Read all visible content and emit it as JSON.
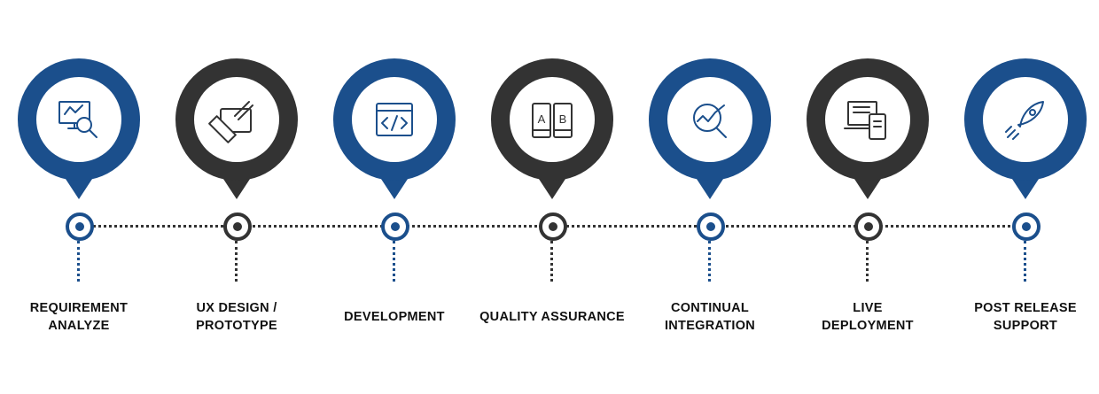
{
  "colors": {
    "blue": "#1b4f8c",
    "dark": "#333333"
  },
  "steps": [
    {
      "label": "REQUIREMENT ANALYZE",
      "l1": "REQUIREMENT",
      "l2": "ANALYZE",
      "color": "blue",
      "icon": "monitor-search-icon"
    },
    {
      "label": "UX DESIGN / PROTOTYPE",
      "l1": "UX DESIGN /",
      "l2": "PROTOTYPE",
      "color": "dark",
      "icon": "design-pencil-ruler-icon"
    },
    {
      "label": "DEVELOPMENT",
      "l1": "DEVELOPMENT",
      "l2": "",
      "color": "blue",
      "icon": "code-window-icon"
    },
    {
      "label": "QUALITY ASSURANCE",
      "l1": "QUALITY ASSURANCE",
      "l2": "",
      "color": "dark",
      "icon": "ab-test-icon"
    },
    {
      "label": "CONTINUAL INTEGRATION",
      "l1": "CONTINUAL",
      "l2": "INTEGRATION",
      "color": "blue",
      "icon": "analytics-search-icon"
    },
    {
      "label": "LIVE DEPLOYMENT",
      "l1": "LIVE",
      "l2": "DEPLOYMENT",
      "color": "dark",
      "icon": "devices-icon"
    },
    {
      "label": "POST RELEASE SUPPORT",
      "l1": "POST RELEASE",
      "l2": "SUPPORT",
      "color": "blue",
      "icon": "rocket-icon"
    }
  ]
}
